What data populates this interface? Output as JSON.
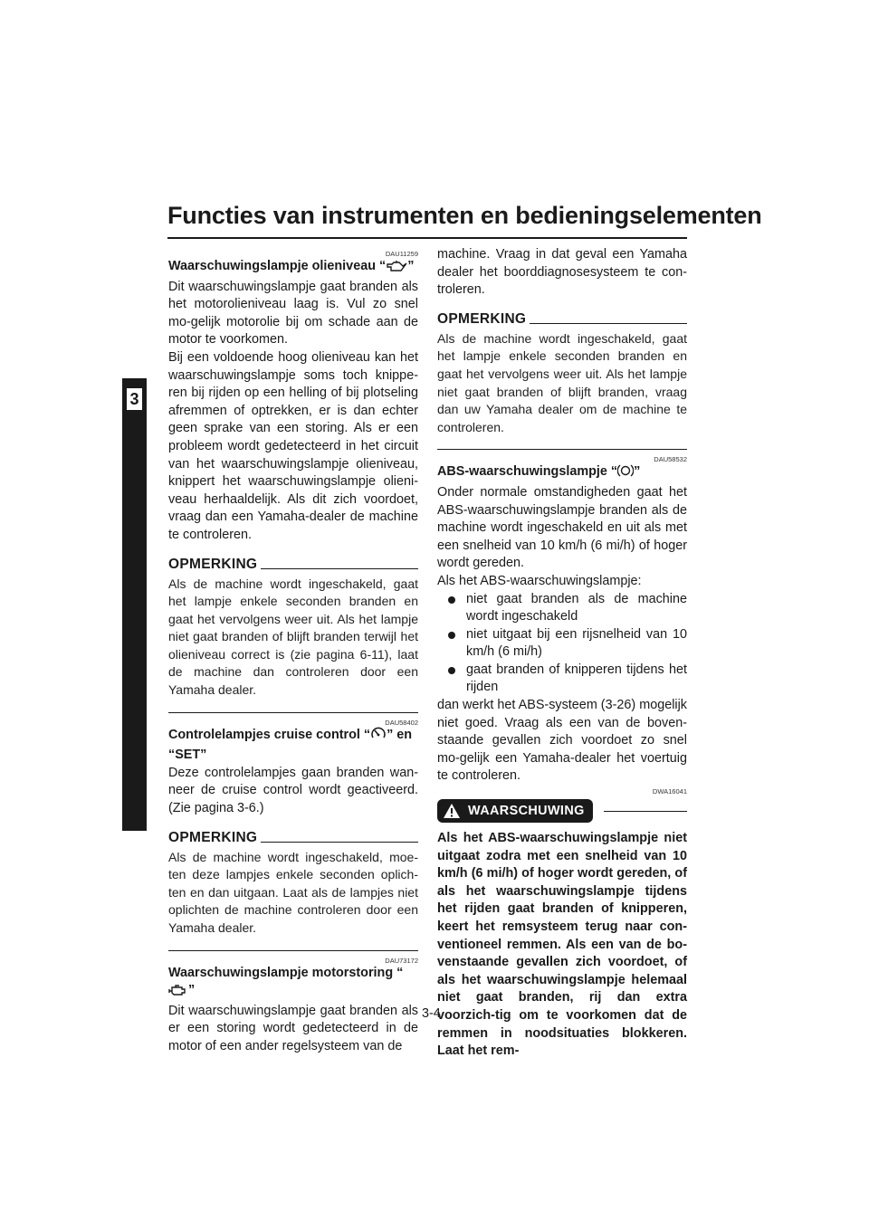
{
  "header": {
    "title": "Functies van instrumenten en bedieningselementen",
    "chapter": "3"
  },
  "left": {
    "oil": {
      "code": "DAU11259",
      "heading": "Waarschuwingslampje olieniveau “",
      "heading_end": "”",
      "body1": "Dit waarschuwingslampje gaat branden als het motorolieniveau laag is. Vul zo snel mo-gelijk motorolie bij om schade aan de motor te voorkomen.",
      "body2": "Bij een voldoende hoog olieniveau kan het waarschuwingslampje soms toch knippe-ren bij rijden op een helling of bij plotseling afremmen of optrekken, er is dan echter geen sprake van een storing. Als er een probleem wordt gedetecteerd in het circuit van het waarschuwingslampje olieniveau, knippert het waarschuwingslampje olieni-veau herhaaldelijk. Als dit zich voordoet, vraag dan een Yamaha-dealer de machine te controleren."
    },
    "note1": {
      "label": "OPMERKING",
      "body": "Als de machine wordt ingeschakeld, gaat het lampje enkele seconden branden en gaat het vervolgens weer uit. Als het lampje niet gaat branden of blijft branden terwijl het olieniveau correct is (zie pagina 6-11), laat de machine dan controleren door een Yamaha dealer."
    },
    "cruise": {
      "code": "DAU58402",
      "heading": "Controlelampjes cruise control “",
      "heading_end": "” en “SET”",
      "body": "Deze controlelampjes gaan branden wan-neer de cruise control wordt geactiveerd. (Zie pagina 3-6.)"
    },
    "note2": {
      "label": "OPMERKING",
      "body": "Als de machine wordt ingeschakeld, moe-ten deze lampjes enkele seconden oplich-ten en dan uitgaan. Laat als de lampjes niet oplichten de machine controleren door een Yamaha dealer."
    },
    "engine": {
      "code": "DAU73172",
      "heading": "Waarschuwingslampje motorstoring “",
      "heading_end": "”",
      "body": "Dit waarschuwingslampje gaat branden als er een storing wordt gedetecteerd in de motor of een ander regelsysteem van de"
    }
  },
  "right": {
    "engine_cont": "machine. Vraag in dat geval een Yamaha dealer het boorddiagnosesysteem te con-troleren.",
    "note3": {
      "label": "OPMERKING",
      "body": "Als de machine wordt ingeschakeld, gaat het lampje enkele seconden branden en gaat het vervolgens weer uit. Als het lampje niet gaat branden of blijft branden, vraag dan uw Yamaha dealer om de machine te controleren."
    },
    "abs": {
      "code": "DAU58532",
      "heading": "ABS-waarschuwingslampje “",
      "heading_end": "”",
      "body1": "Onder normale omstandigheden gaat het ABS-waarschuwingslampje branden als de machine wordt ingeschakeld en uit als met een snelheid van 10 km/h (6 mi/h) of hoger wordt gereden.",
      "body2": "Als het ABS-waarschuwingslampje:",
      "bullets": [
        "niet gaat branden als de machine wordt ingeschakeld",
        "niet uitgaat bij een rijsnelheid van 10 km/h (6 mi/h)",
        "gaat branden of knipperen tijdens het rijden"
      ],
      "body3": "dan werkt het ABS-systeem (3-26) mogelijk niet goed. Vraag als een van de boven-staande gevallen zich voordoet zo snel mo-gelijk een Yamaha-dealer het voertuig te controleren."
    },
    "warning": {
      "code": "DWA16041",
      "label": "WAARSCHUWING",
      "body": "Als het ABS-waarschuwingslampje niet uitgaat zodra met een snelheid van 10 km/h (6 mi/h) of hoger wordt gereden, of als het waarschuwingslampje tijdens het rijden gaat branden of knipperen, keert het remsysteem terug naar con-ventioneel remmen. Als een van de bo-venstaande gevallen zich voordoet, of als het waarschuwingslampje helemaal niet gaat branden, rij dan extra voorzich-tig om te voorkomen dat de remmen in noodsituaties blokkeren. Laat het rem-"
    }
  },
  "footer": {
    "page_number": "3-4"
  }
}
